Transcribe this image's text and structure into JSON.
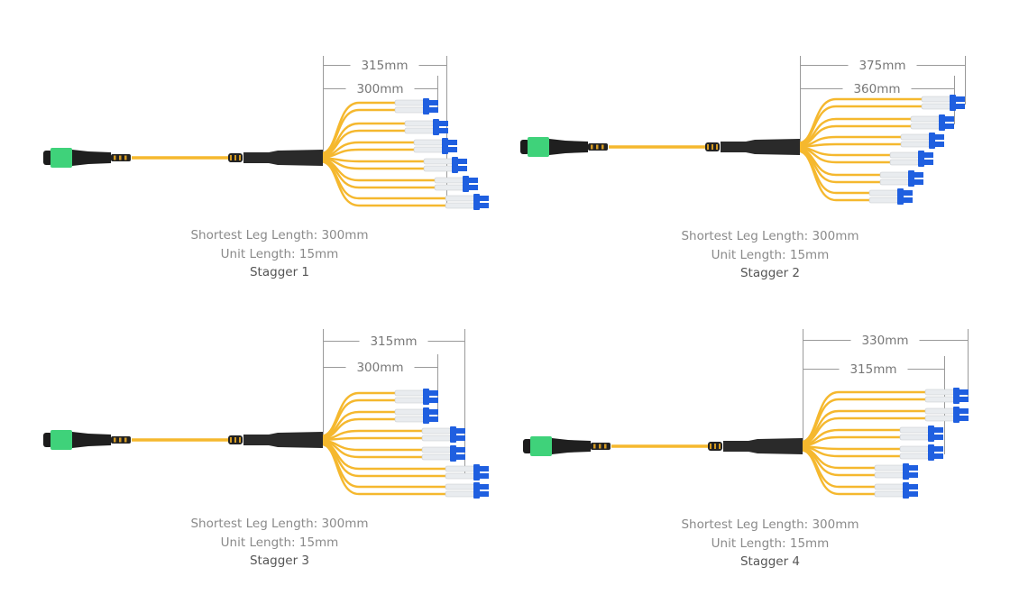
{
  "panels": [
    {
      "title": "Stagger 1",
      "shortest_leg": "Shortest Leg Length: 300mm",
      "unit_length": "Unit Length: 15mm",
      "dim_outer": "315mm",
      "dim_inner": "300mm"
    },
    {
      "title": "Stagger 2",
      "shortest_leg": "Shortest Leg Length: 300mm",
      "unit_length": "Unit Length: 15mm",
      "dim_outer": "375mm",
      "dim_inner": "360mm"
    },
    {
      "title": "Stagger 3",
      "shortest_leg": "Shortest Leg Length: 300mm",
      "unit_length": "Unit Length: 15mm",
      "dim_outer": "315mm",
      "dim_inner": "300mm"
    },
    {
      "title": "Stagger 4",
      "shortest_leg": "Shortest Leg Length: 300mm",
      "unit_length": "Unit Length: 15mm",
      "dim_outer": "330mm",
      "dim_inner": "315mm"
    }
  ],
  "colors": {
    "fiber": "#f5b82e",
    "mpo_green": "#3fd27a",
    "lc_blue": "#1f5fe0",
    "boot": "#2a2a2a",
    "dimension": "#9a9a9a"
  }
}
